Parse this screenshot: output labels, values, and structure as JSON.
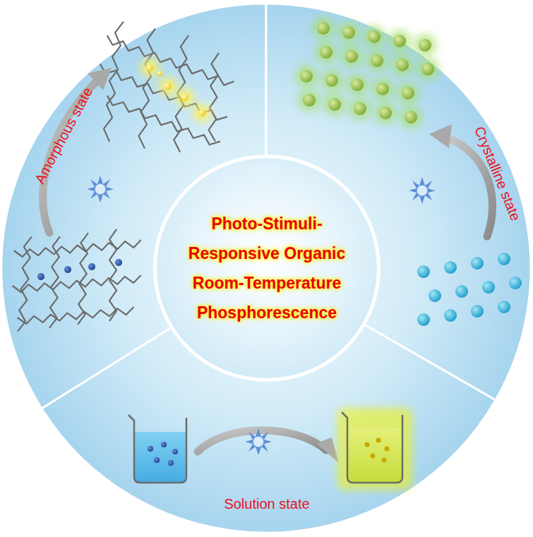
{
  "diagram": {
    "nodes": [
      {
        "text": [
          "Amorphous state"
        ]
      },
      {
        "text": [
          "Crystalline state"
        ]
      },
      {
        "text": [
          "Photo-Stimuli- Responsive Organic Room-Temperature Phosphorescence"
        ]
      },
      {
        "text": [
          "Solution state"
        ]
      }
    ]
  }
}
